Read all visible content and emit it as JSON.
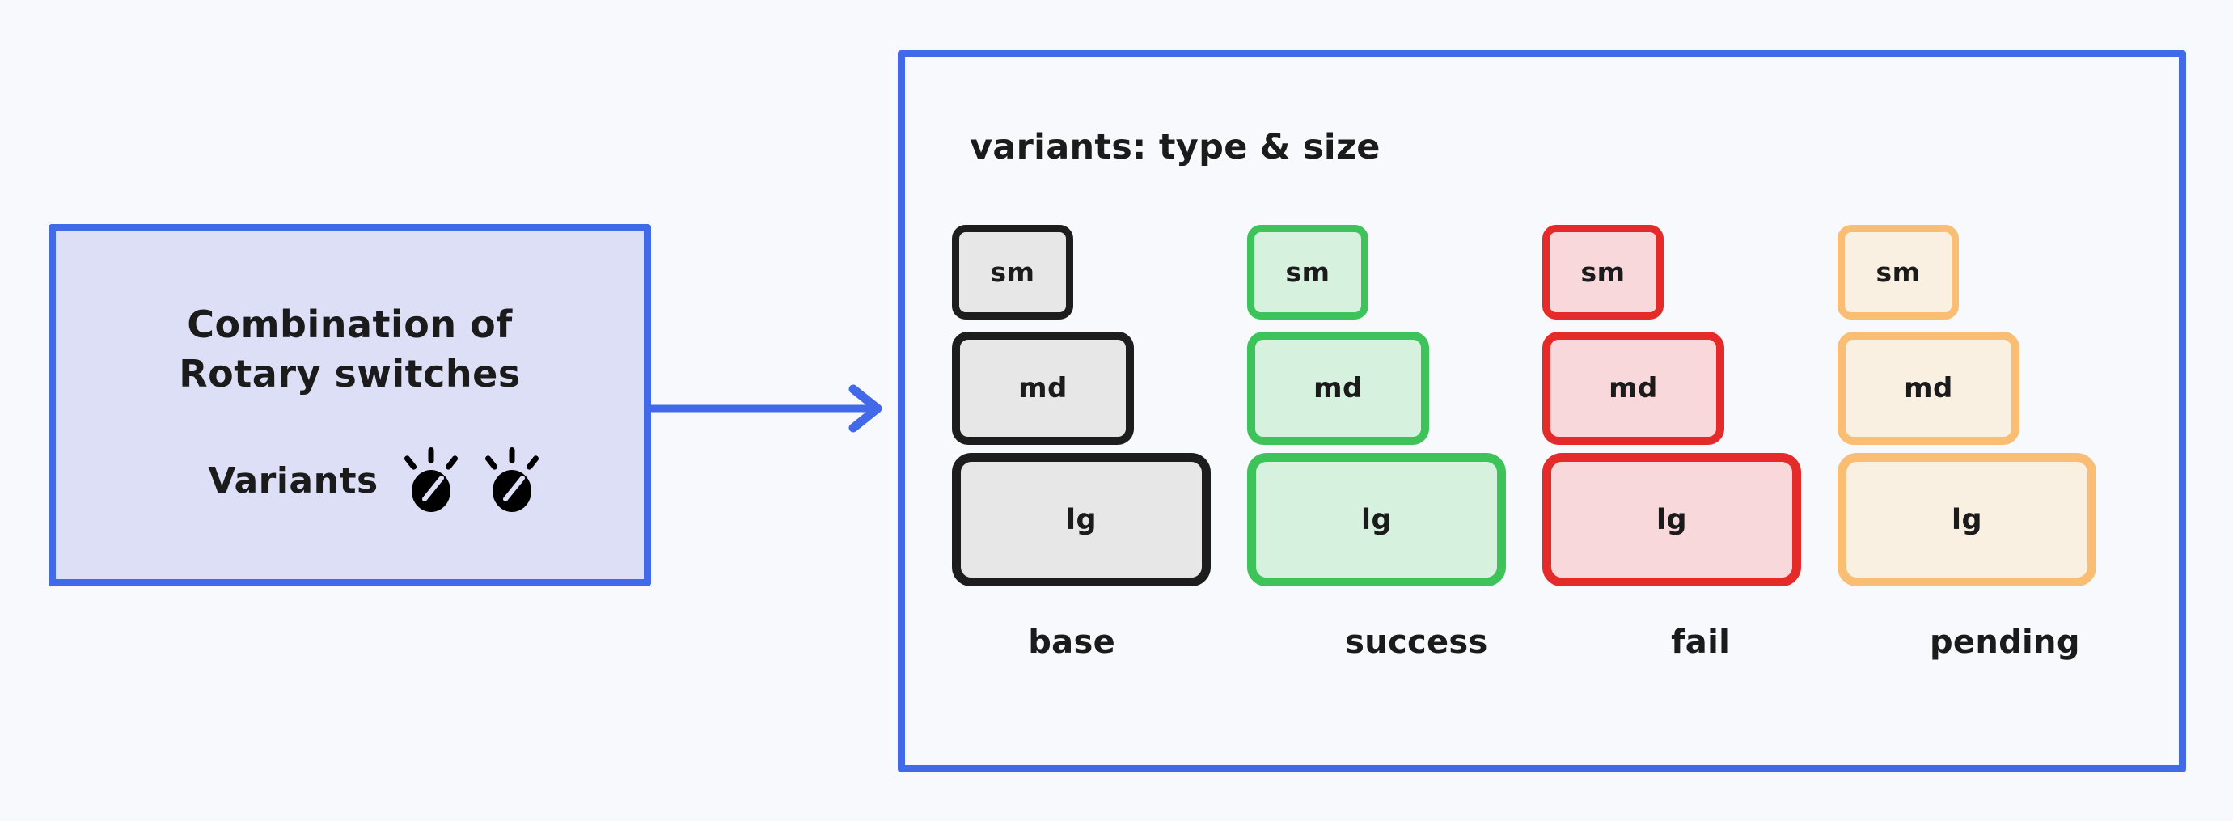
{
  "canvas": {
    "background_color": "#f8f9fc",
    "accent_color": "#4169e8"
  },
  "concept_box": {
    "title_line_1": "Combination of",
    "title_line_2": "Rotary switches",
    "variants_label": "Variants",
    "fill_color": "#dcdff5",
    "border_color": "#4169e8",
    "knob_icons": [
      {
        "name": "rotary-knob-icon-1"
      },
      {
        "name": "rotary-knob-icon-2"
      }
    ]
  },
  "flow": {
    "arrow_color": "#4169e8",
    "arrow_direction": "right"
  },
  "variants_panel": {
    "title": "variants: type & size",
    "border_color": "#4169e8",
    "sizes": [
      "sm",
      "md",
      "lg"
    ],
    "columns": [
      {
        "key": "base",
        "label": "base",
        "border_color": "#1d1d1d",
        "fill_color": "#e7e7e7",
        "chips": [
          {
            "size": "sm",
            "label": "sm"
          },
          {
            "size": "md",
            "label": "md"
          },
          {
            "size": "lg",
            "label": "lg"
          }
        ]
      },
      {
        "key": "success",
        "label": "success",
        "border_color": "#3ec35b",
        "fill_color": "#d6f1dd",
        "chips": [
          {
            "size": "sm",
            "label": "sm"
          },
          {
            "size": "md",
            "label": "md"
          },
          {
            "size": "lg",
            "label": "lg"
          }
        ]
      },
      {
        "key": "fail",
        "label": "fail",
        "border_color": "#e52a2a",
        "fill_color": "#f8d8da",
        "chips": [
          {
            "size": "sm",
            "label": "sm"
          },
          {
            "size": "md",
            "label": "md"
          },
          {
            "size": "lg",
            "label": "lg"
          }
        ]
      },
      {
        "key": "pending",
        "label": "pending",
        "border_color": "#f9bd73",
        "fill_color": "#faf0e2",
        "chips": [
          {
            "size": "sm",
            "label": "sm"
          },
          {
            "size": "md",
            "label": "md"
          },
          {
            "size": "lg",
            "label": "lg"
          }
        ]
      }
    ]
  }
}
